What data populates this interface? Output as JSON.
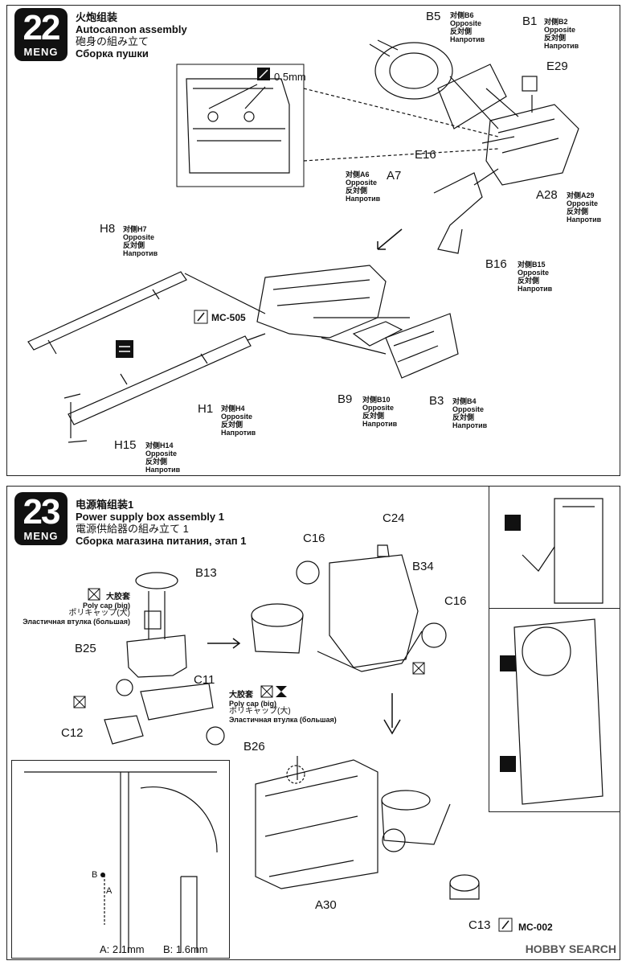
{
  "step22": {
    "number": "22",
    "brand": "MENG",
    "title_cn": "火炮组装",
    "title_en": "Autocannon assembly",
    "title_jp": "砲身の組み立て",
    "title_ru": "Сборка пушки",
    "measure": "0.5mm",
    "paint_code": "MC-505",
    "parts": {
      "B5": {
        "code": "B5",
        "pair": "对侧B6"
      },
      "B1": {
        "code": "B1",
        "pair": "对侧B2"
      },
      "E29": {
        "code": "E29"
      },
      "E16": {
        "code": "E16"
      },
      "A7": {
        "code": "A7",
        "pair": "对侧A6"
      },
      "A28": {
        "code": "A28",
        "pair": "对侧A29"
      },
      "H8": {
        "code": "H8",
        "pair": "对侧H7"
      },
      "B16": {
        "code": "B16",
        "pair": "对侧B15"
      },
      "H1": {
        "code": "H1",
        "pair": "对侧H4"
      },
      "B9": {
        "code": "B9",
        "pair": "对侧B10"
      },
      "B3": {
        "code": "B3",
        "pair": "对侧B4"
      },
      "H15": {
        "code": "H15",
        "pair": "对侧H14"
      }
    },
    "opposite": {
      "en": "Opposite",
      "jp": "反対側",
      "ru": "Напротив"
    }
  },
  "step23": {
    "number": "23",
    "brand": "MENG",
    "title_cn": "电源箱组装1",
    "title_en": "Power supply box assembly 1",
    "title_jp": "電源供給器の組み立て 1",
    "title_ru": "Сборка магазина питания, этап 1",
    "parts": [
      "C24",
      "C16",
      "B34",
      "C16",
      "B13",
      "B25",
      "C11",
      "C12",
      "B26",
      "A30",
      "C13"
    ],
    "polycap": {
      "cn": "大胶套",
      "en": "Poly cap (big)",
      "jp": "ポリキャップ(大)",
      "ru": "Эластичная втулка (большая)"
    },
    "paint_code": "MC-002",
    "dimensions": {
      "a": "A: 2.1mm",
      "b": "B: 1.6mm",
      "a_marker": "A",
      "b_marker": "B"
    }
  },
  "watermark": "HOBBY SEARCH",
  "colors": {
    "ink": "#111111",
    "frame": "#222222",
    "badge": "#111111"
  }
}
